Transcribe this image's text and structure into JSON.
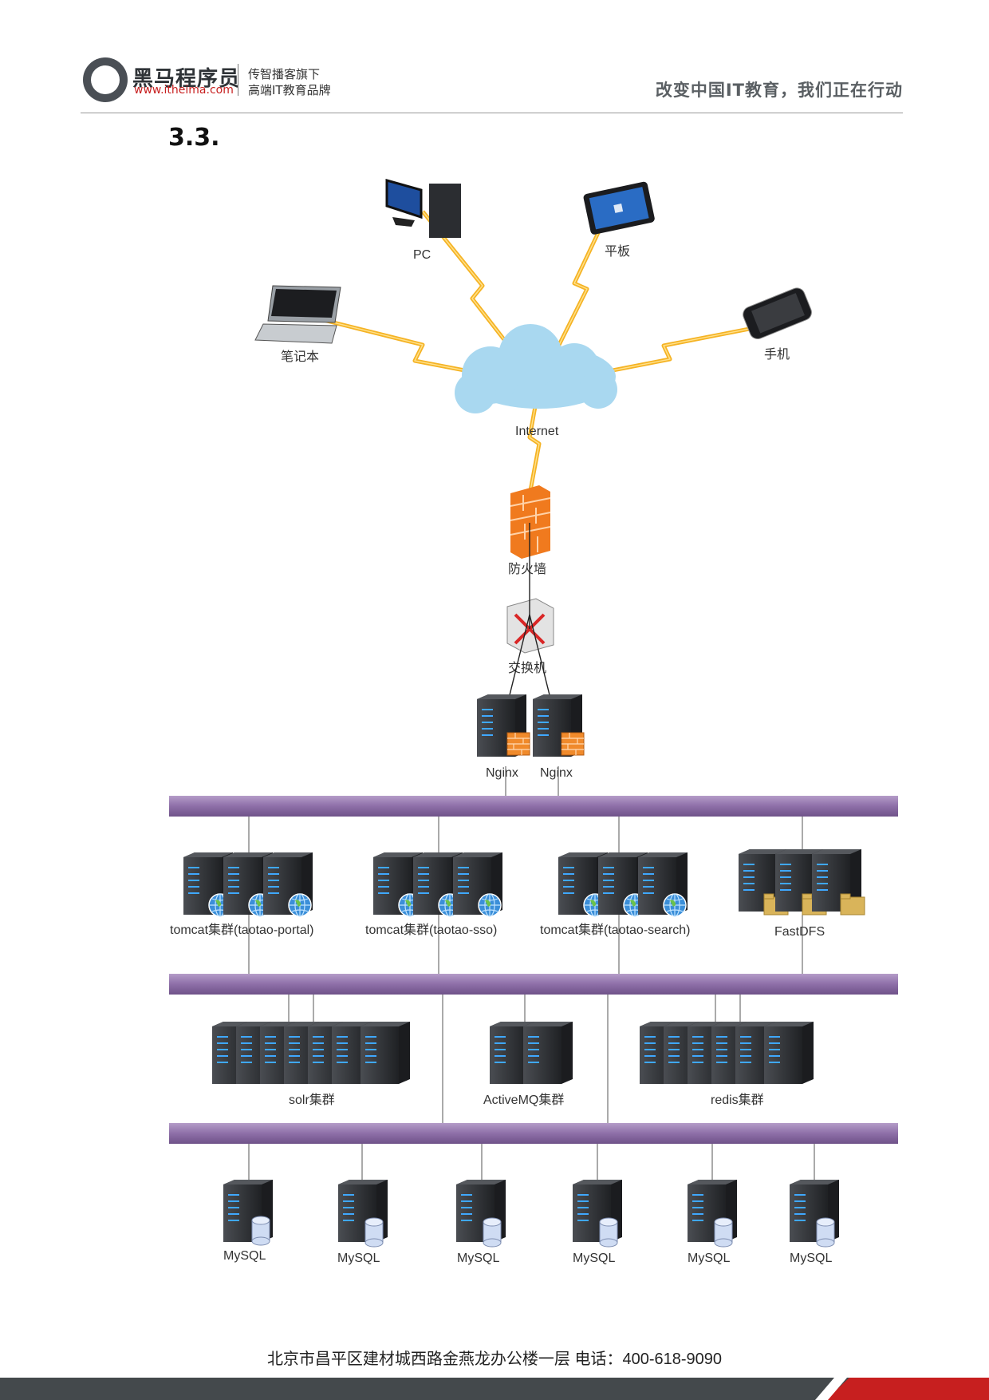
{
  "header": {
    "brand_name": "黑马程序员",
    "brand_url": "www.itheima.com",
    "brand_tagline_1": "传智播客旗下",
    "brand_tagline_2": "高端IT教育品牌",
    "slogan": "改变中国IT教育，我们正在行动"
  },
  "section_title": "3.3.",
  "diagram": {
    "clients": [
      "PC",
      "平板",
      "笔记本",
      "手机"
    ],
    "internet": "Internet",
    "firewall": "防火墙",
    "switch": "交换机",
    "nginx": [
      "Nginx",
      "Nginx"
    ],
    "app_tier": [
      "tomcat集群(taotao-portal)",
      "tomcat集群(taotao-sso)",
      "tomcat集群(taotao-search)",
      "FastDFS"
    ],
    "service_tier": [
      "solr集群",
      "ActiveMQ集群",
      "redis集群"
    ],
    "db_tier": [
      "MySQL",
      "MySQL",
      "MySQL",
      "MySQL",
      "MySQL",
      "MySQL"
    ],
    "colors": {
      "bus": "#8e6fa8",
      "lightning": "#f5b324",
      "cloud": "#a9d8f0",
      "server": "#2d2f33",
      "firewall": "#f07a1e"
    }
  },
  "footer": {
    "address": "北京市昌平区建材城西路金燕龙办公楼一层   电话：400-618-9090"
  }
}
